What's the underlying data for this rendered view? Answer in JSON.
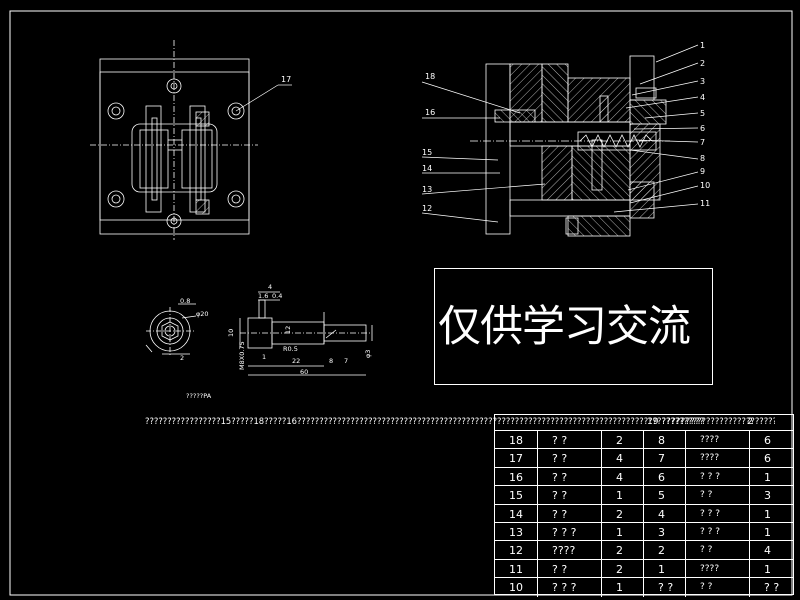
{
  "watermark": "仅供学习交流",
  "notes_line": "?????????????????15?????18?????16????????????????????????????????????????????????????????????????????????????????????????????????????????????????",
  "tech_caption": "?????PA",
  "header": {
    "left_num": "19",
    "text": "?????????",
    "right_num": "2"
  },
  "callouts_right": [
    "1",
    "2",
    "3",
    "4",
    "5",
    "6",
    "7",
    "8",
    "9",
    "10",
    "11"
  ],
  "callouts_left": [
    "18",
    "16",
    "15",
    "14",
    "13",
    "12"
  ],
  "callout_top_view": "17",
  "dims": {
    "d08": "0.8",
    "d20": "φ20",
    "d2": "2",
    "d4": "4",
    "d16": "1.6",
    "d04": "0.4",
    "d_10": "10",
    "d_12": "12",
    "d_R": "R0.5",
    "d1": "1",
    "d22": "22",
    "d8": "8",
    "d7": "7",
    "d60": "60",
    "dM": "M8X0.75",
    "d3": "φ3"
  },
  "bom_rows": [
    {
      "a_no": "18",
      "a_name": "?  ?",
      "a_qty": "2",
      "b_no": "8",
      "b_name": "????",
      "b_qty": "6"
    },
    {
      "a_no": "17",
      "a_name": "?  ?",
      "a_qty": "4",
      "b_no": "7",
      "b_name": "????",
      "b_qty": "6"
    },
    {
      "a_no": "16",
      "a_name": "?  ?",
      "a_qty": "4",
      "b_no": "6",
      "b_name": "? ? ?",
      "b_qty": "1"
    },
    {
      "a_no": "15",
      "a_name": "?  ?",
      "a_qty": "1",
      "b_no": "5",
      "b_name": "?  ?",
      "b_qty": "3"
    },
    {
      "a_no": "14",
      "a_name": "?  ?",
      "a_qty": "2",
      "b_no": "4",
      "b_name": "? ? ?",
      "b_qty": "1"
    },
    {
      "a_no": "13",
      "a_name": "? ? ?",
      "a_qty": "1",
      "b_no": "3",
      "b_name": "? ? ?",
      "b_qty": "1"
    },
    {
      "a_no": "12",
      "a_name": "????",
      "a_qty": "2",
      "b_no": "2",
      "b_name": "?  ?",
      "b_qty": "4"
    },
    {
      "a_no": "11",
      "a_name": "?  ?",
      "a_qty": "2",
      "b_no": "1",
      "b_name": "????",
      "b_qty": "1"
    },
    {
      "a_no": "10",
      "a_name": "? ? ?",
      "a_qty": "1",
      "b_no": "? ?",
      "b_name": "?   ?",
      "b_qty": "? ?"
    }
  ]
}
